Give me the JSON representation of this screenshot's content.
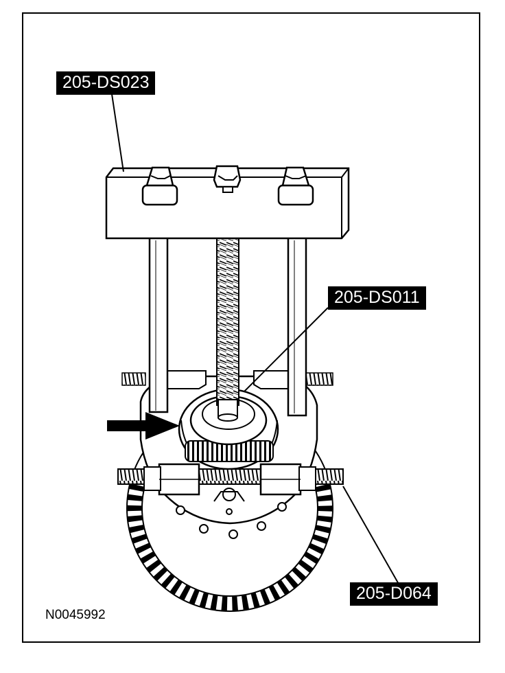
{
  "figure": {
    "id": "N0045992"
  },
  "callouts": {
    "puller": "205-DS023",
    "adapter": "205-DS011",
    "tool": "205-D064"
  },
  "colors": {
    "ink": "#000000",
    "paper": "#ffffff"
  }
}
